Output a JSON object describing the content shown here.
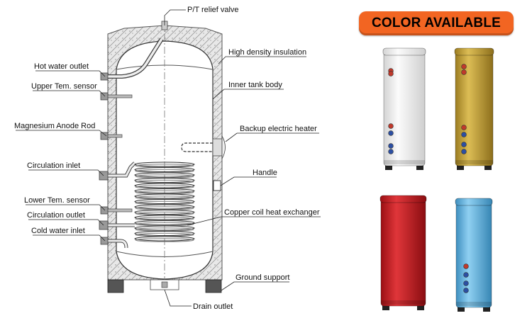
{
  "labels": {
    "pt_relief_valve": "P/T relief valve",
    "hot_water_outlet": "Hot water outlet",
    "upper_sensor": "Upper Tem. sensor",
    "anode_rod": "Magnesium Anode Rod",
    "circulation_inlet": "Circulation inlet",
    "lower_sensor": "Lower Tem. sensor",
    "circulation_outlet": "Circulation outlet",
    "cold_water_inlet": "Cold water inlet",
    "insulation": "High density insulation",
    "inner_tank": "Inner tank body",
    "backup_heater": "Backup electric heater",
    "handle": "Handle",
    "coil": "Copper coil heat exchanger",
    "ground_support": "Ground support",
    "drain_outlet": "Drain outlet"
  },
  "color_badge": {
    "text": "COLOR AVAILABLE",
    "color": "#f26522"
  },
  "tank_colors": [
    {
      "name": "white",
      "body": "#f1f1f1"
    },
    {
      "name": "gold",
      "body": "#c7a43d"
    },
    {
      "name": "red",
      "body": "#c81d22"
    },
    {
      "name": "blue",
      "body": "#5fb3e0"
    }
  ]
}
